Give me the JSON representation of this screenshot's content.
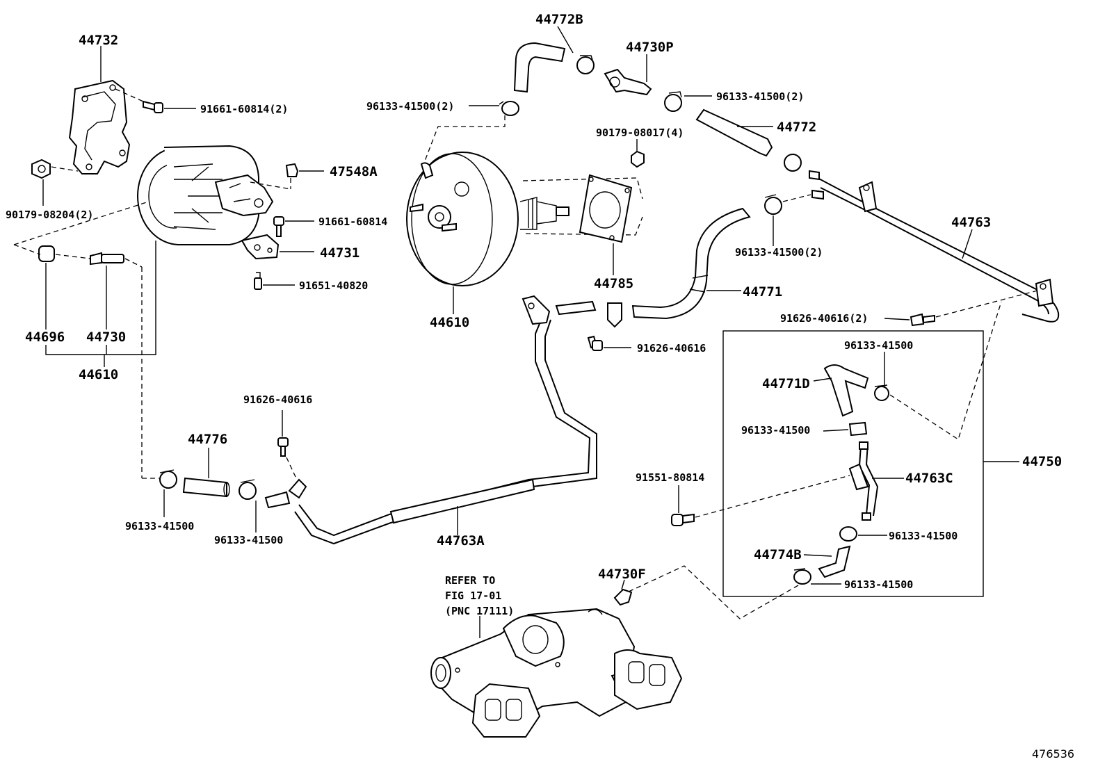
{
  "figure_number": "476536",
  "refer_note": {
    "line1": "REFER TO",
    "line2": "FIG 17-01",
    "line3": "(PNC 17111)"
  },
  "labels": {
    "p44732": "44732",
    "p91661_60814_2": "91661-60814(2)",
    "p90179_08204_2": "90179-08204(2)",
    "p47548A": "47548A",
    "p91661_60814": "91661-60814",
    "p44731": "44731",
    "p91651_40820": "91651-40820",
    "p44696": "44696",
    "p44730": "44730",
    "p44610_left": "44610",
    "p44772B": "44772B",
    "p44730P": "44730P",
    "p96133_41500_2_a": "96133-41500(2)",
    "p96133_41500_2_b": "96133-41500(2)",
    "p44772": "44772",
    "p90179_08017_4": "90179-08017(4)",
    "p44785": "44785",
    "p44610_center": "44610",
    "p96133_41500_2_c": "96133-41500(2)",
    "p44771": "44771",
    "p44763": "44763",
    "p91626_40616_2": "91626-40616(2)",
    "p91626_40616_a": "91626-40616",
    "p91626_40616_b": "91626-40616",
    "p44776": "44776",
    "p96133_41500_a": "96133-41500",
    "p96133_41500_b": "96133-41500",
    "p44763A": "44763A",
    "p96133_41500_c": "96133-41500",
    "p44771D": "44771D",
    "p96133_41500_d": "96133-41500",
    "p91551_80814": "91551-80814",
    "p44763C": "44763C",
    "p44750": "44750",
    "p96133_41500_e": "96133-41500",
    "p44774B": "44774B",
    "p96133_41500_f": "96133-41500",
    "p44730F": "44730F"
  }
}
